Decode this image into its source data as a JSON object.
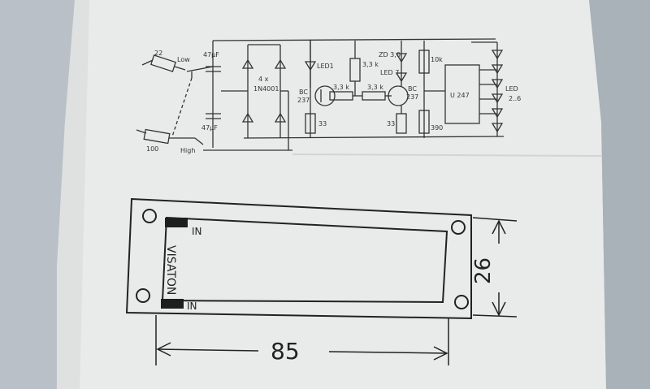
{
  "schematic": {
    "r_input": "22",
    "switch_low": "Low",
    "switch_high": "High",
    "r_bottom": "100",
    "cap_top": "47µF",
    "cap_bottom": "47µF",
    "diodes_count": "4 x",
    "diodes_type": "1N4001",
    "led1": "LED1",
    "tr1_line1": "BC",
    "tr1_line2": "237",
    "r_emitter1": "33",
    "r_base1": "3,3 k",
    "r_base2": "3,3 k",
    "r_collector": "3,3 k",
    "zener": "ZD 3,0",
    "led7": "LED 7",
    "tr2_line1": "BC",
    "tr2_line2": "237",
    "r_emitter2": "33",
    "r_10k": "10k",
    "r_390": "390",
    "ic": "U 247",
    "led_group_line1": "LED",
    "led_group_line2": "2..6"
  },
  "board": {
    "brand": "VISATON",
    "in_top": "IN",
    "in_bottom": "IN",
    "width_dim": "85",
    "height_dim": "26"
  }
}
